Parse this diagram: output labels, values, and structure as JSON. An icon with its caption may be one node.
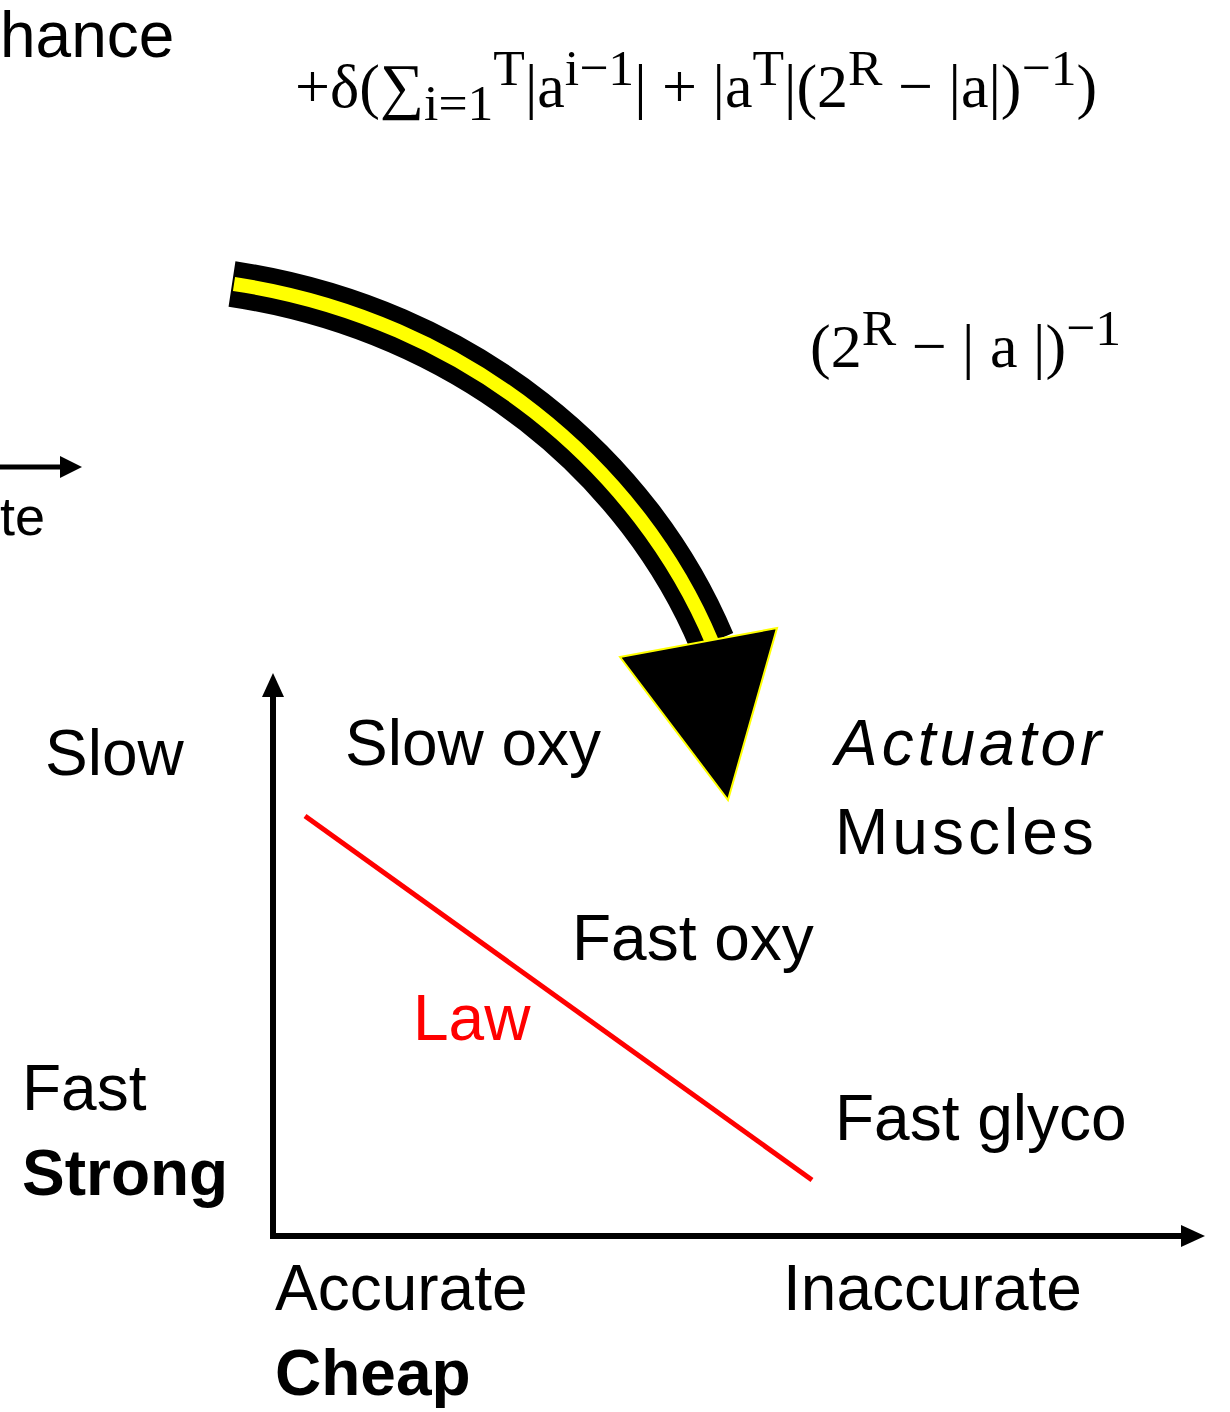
{
  "diagram": {
    "labels": [
      "hance",
      "+δ(∑$_{i=1}$$^{T}$|a$^{i−1}$| + |a$^{T}$|(2$^{R}$ − |a|)$^{−1}$)",
      "(2$^{R}$ − | a |)$^{−1}$",
      "te",
      "Slow",
      "Slow oxy",
      "Actuator",
      "Muscles",
      "Fast oxy",
      "Law",
      "Fast",
      "Strong",
      "Fast glyco",
      "Accurate",
      "Inaccurate",
      "Cheap"
    ]
  }
}
